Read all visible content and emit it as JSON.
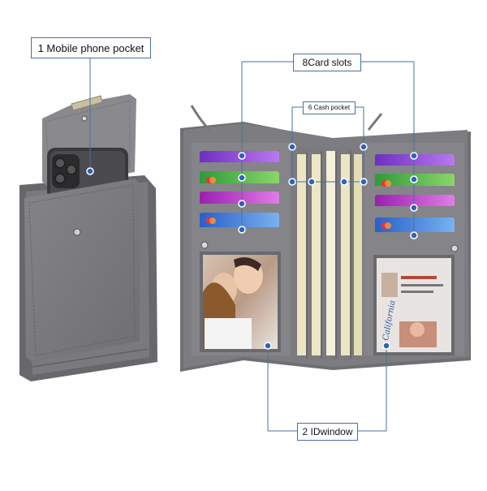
{
  "callouts": {
    "mobile_phone_pocket": "1 Mobile phone pocket",
    "card_slots": "8Card slots",
    "cash_pocket": "6 Cash pocket",
    "id_window": "2 IDwindow"
  },
  "id_card_text": "California",
  "colors": {
    "leather": "#7c7b7f",
    "leather_dark": "#5f5e62",
    "leather_light": "#8f8e92",
    "callout_line": "#4a6fa0",
    "marker": "#2f62c0",
    "cash": "#ece6c4",
    "card_colors": [
      "#8a44d6",
      "#3fae4c",
      "#b82cc4",
      "#3a78d8"
    ]
  }
}
